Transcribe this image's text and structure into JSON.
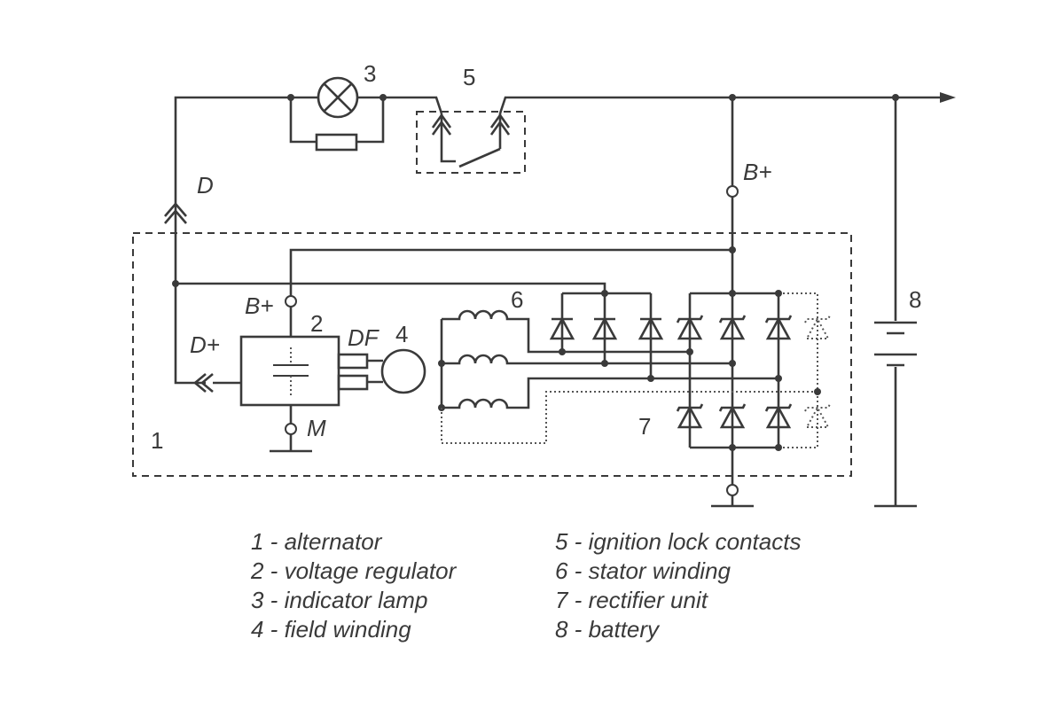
{
  "labels": {
    "n1": "1",
    "n2": "2",
    "n3": "3",
    "n4": "4",
    "n5": "5",
    "n6": "6",
    "n7": "7",
    "n8": "8",
    "D": "D",
    "Dplus": "D+",
    "Bplus_top": "B+",
    "Bplus_reg": "B+",
    "DF": "DF",
    "M": "M"
  },
  "legend": [
    "1 - alternator",
    "2 - voltage regulator",
    "3 - indicator lamp",
    "4 - field winding",
    "5 - ignition lock contacts",
    "6 - stator winding",
    "7 - rectifier unit",
    "8 - battery"
  ]
}
